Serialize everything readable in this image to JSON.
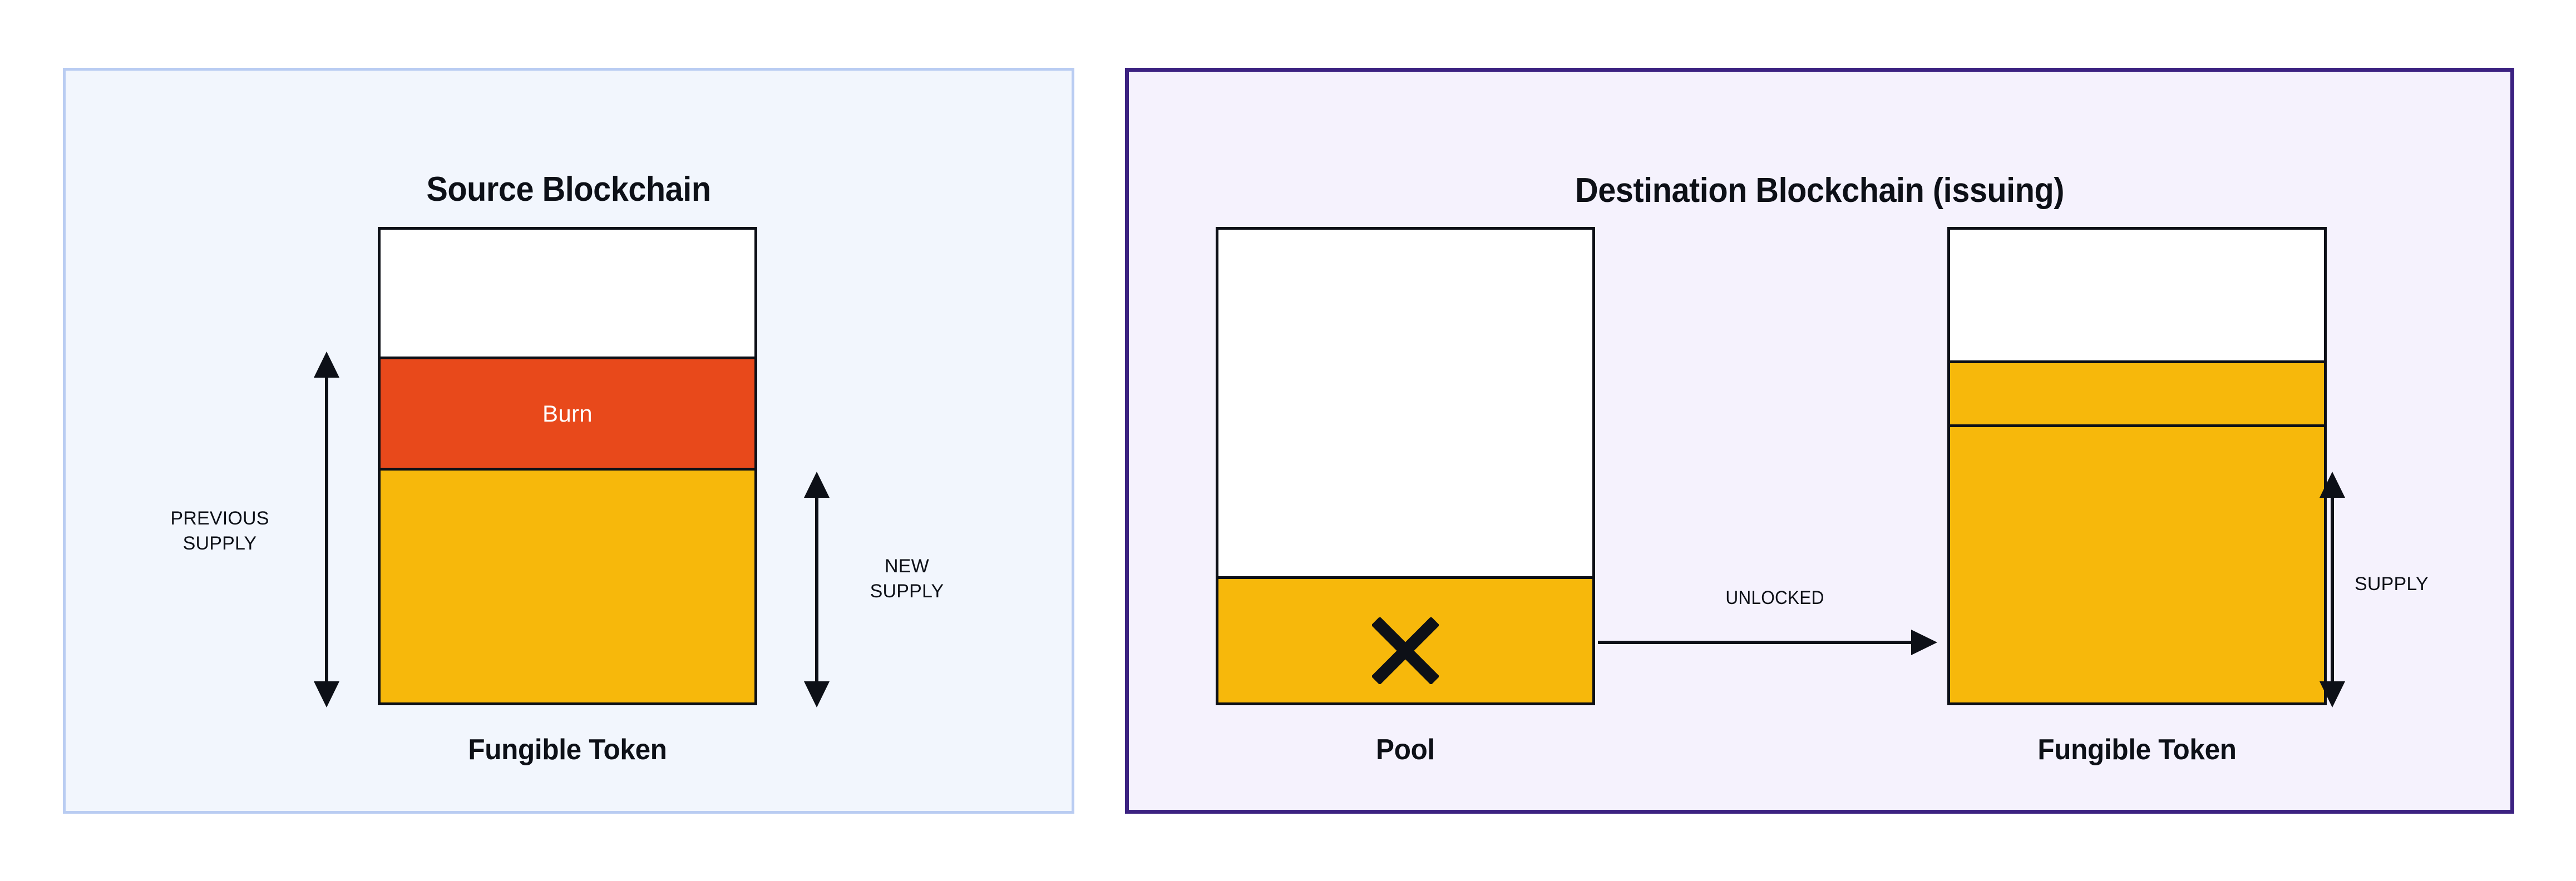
{
  "diagram": {
    "title": "Burn-and-mint / unlock token bridge supply diagram",
    "colors": {
      "burn": "#e8491b",
      "token": "#f7b80b",
      "source_panel_border": "#b9ccf2",
      "source_panel_fill": "#f2f6fd",
      "destination_panel_border": "#3c2281",
      "destination_panel_fill": "#f5f2fd",
      "stroke": "#0d1017",
      "text": "#0d1017"
    }
  },
  "source_panel": {
    "title": "Source Blockchain",
    "token_bar": {
      "caption": "Fungible Token",
      "segments": [
        {
          "name": "headroom",
          "label": "",
          "fill": "empty"
        },
        {
          "name": "burn",
          "label": "Burn",
          "fill": "burn"
        },
        {
          "name": "remaining-supply",
          "label": "",
          "fill": "token"
        }
      ]
    },
    "measures": [
      {
        "name": "previous-supply",
        "label": "PREVIOUS\nSUPPLY"
      },
      {
        "name": "new-supply",
        "label": "NEW\nSUPPLY"
      }
    ]
  },
  "destination_panel": {
    "title": "Destination Blockchain (issuing)",
    "pool_bar": {
      "caption": "Pool",
      "mark": "x-mark",
      "segments": [
        {
          "name": "headroom",
          "label": "",
          "fill": "empty"
        },
        {
          "name": "locked-remaining",
          "label": "",
          "fill": "token"
        }
      ]
    },
    "token_bar": {
      "caption": "Fungible Token",
      "segments": [
        {
          "name": "headroom",
          "label": "",
          "fill": "empty"
        },
        {
          "name": "newly-unlocked",
          "label": "",
          "fill": "token"
        },
        {
          "name": "existing-supply",
          "label": "",
          "fill": "token"
        }
      ]
    },
    "transfer_arrow": {
      "label": "UNLOCKED"
    },
    "measures": [
      {
        "name": "supply",
        "label": "SUPPLY"
      }
    ]
  }
}
